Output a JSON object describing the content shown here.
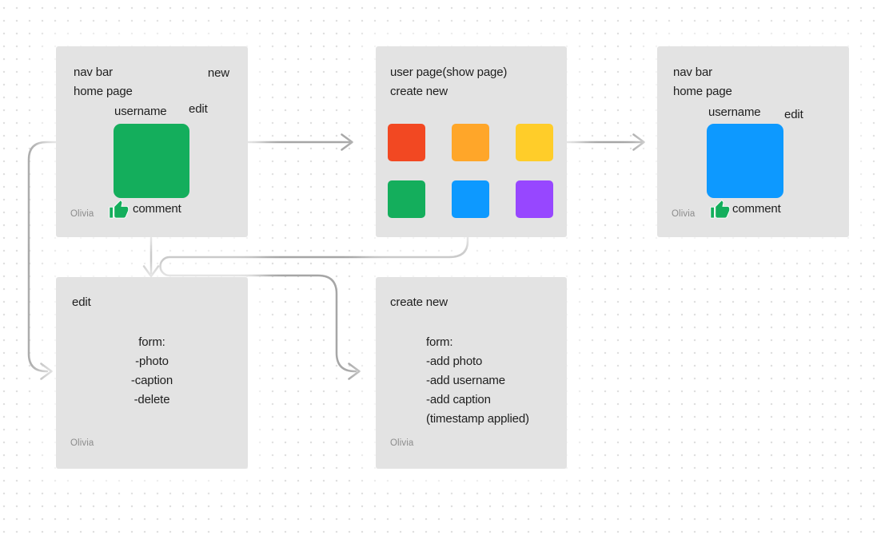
{
  "colors": {
    "card_bg": "#e3e3e3",
    "connector": "#a6a6a6",
    "text": "#1e1e1e",
    "muted": "#8c8c8c",
    "thumb": "#14ae5c"
  },
  "cards": {
    "home": {
      "nav_bar": "nav bar",
      "new_link": "new",
      "home_page": "home page",
      "username": "username",
      "edit_link": "edit",
      "photo_color": "#14ae5c",
      "comment_label": "comment",
      "author": "Olivia"
    },
    "user_page": {
      "title": "user page(show page)",
      "create_new": "create new",
      "swatches": [
        "#f24822",
        "#ffa629",
        "#ffcd29",
        "#14ae5c",
        "#0d99ff",
        "#9747ff"
      ]
    },
    "home_alt": {
      "nav_bar": "nav bar",
      "home_page": "home page",
      "username": "username",
      "edit_link": "edit",
      "photo_color": "#0d99ff",
      "comment_label": "comment",
      "author": "Olivia"
    },
    "edit_form": {
      "title": "edit",
      "form_lines": [
        "form:",
        "-photo",
        "-caption",
        "-delete"
      ],
      "author": "Olivia"
    },
    "create_form": {
      "title": "create new",
      "form_lines": [
        "form:",
        "-add photo",
        "-add username",
        "-add caption",
        "(timestamp applied)"
      ],
      "author": "Olivia"
    }
  },
  "icons": {
    "thumbs_up": "thumbs-up"
  }
}
